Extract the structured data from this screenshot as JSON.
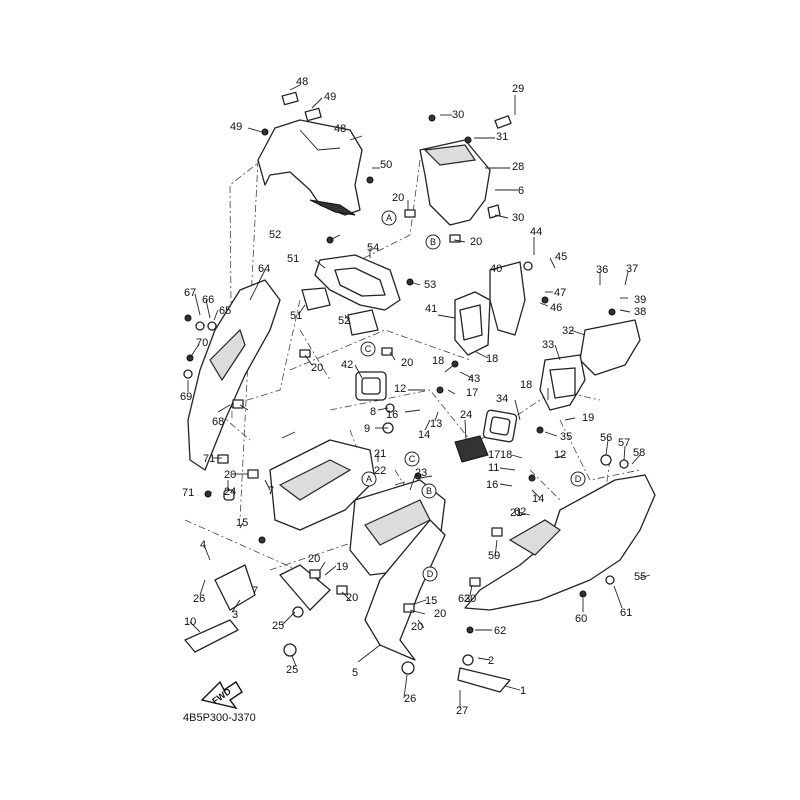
{
  "diagram": {
    "code": "4B5P300-J370",
    "fwd_label": "FWD"
  },
  "callouts": [
    {
      "id": "A1",
      "letter": "A"
    },
    {
      "id": "A2",
      "letter": "A"
    },
    {
      "id": "B1",
      "letter": "B"
    },
    {
      "id": "B2",
      "letter": "B"
    },
    {
      "id": "C1",
      "letter": "C"
    },
    {
      "id": "C2",
      "letter": "C"
    },
    {
      "id": "D1",
      "letter": "D"
    },
    {
      "id": "D2",
      "letter": "D"
    }
  ],
  "part_numbers": [
    "1",
    "2",
    "3",
    "4",
    "5",
    "6",
    "7",
    "7",
    "8",
    "9",
    "10",
    "11",
    "12",
    "12",
    "13",
    "14",
    "14",
    "15",
    "15",
    "16",
    "16",
    "17",
    "17",
    "18",
    "18",
    "18",
    "18",
    "19",
    "19",
    "20",
    "20",
    "20",
    "20",
    "20",
    "20",
    "20",
    "20",
    "20",
    "20",
    "21",
    "21",
    "22",
    "23",
    "24",
    "24",
    "25",
    "25",
    "26",
    "26",
    "27",
    "28",
    "29",
    "30",
    "30",
    "31",
    "32",
    "33",
    "34",
    "35",
    "36",
    "37",
    "38",
    "39",
    "40",
    "41",
    "42",
    "43",
    "44",
    "45",
    "46",
    "47",
    "48",
    "48",
    "49",
    "49",
    "50",
    "51",
    "51",
    "52",
    "52",
    "53",
    "54",
    "55",
    "56",
    "57",
    "58",
    "59",
    "60",
    "61",
    "62",
    "62",
    "63",
    "64",
    "65",
    "66",
    "67",
    "68",
    "69",
    "70",
    "71",
    "71"
  ]
}
